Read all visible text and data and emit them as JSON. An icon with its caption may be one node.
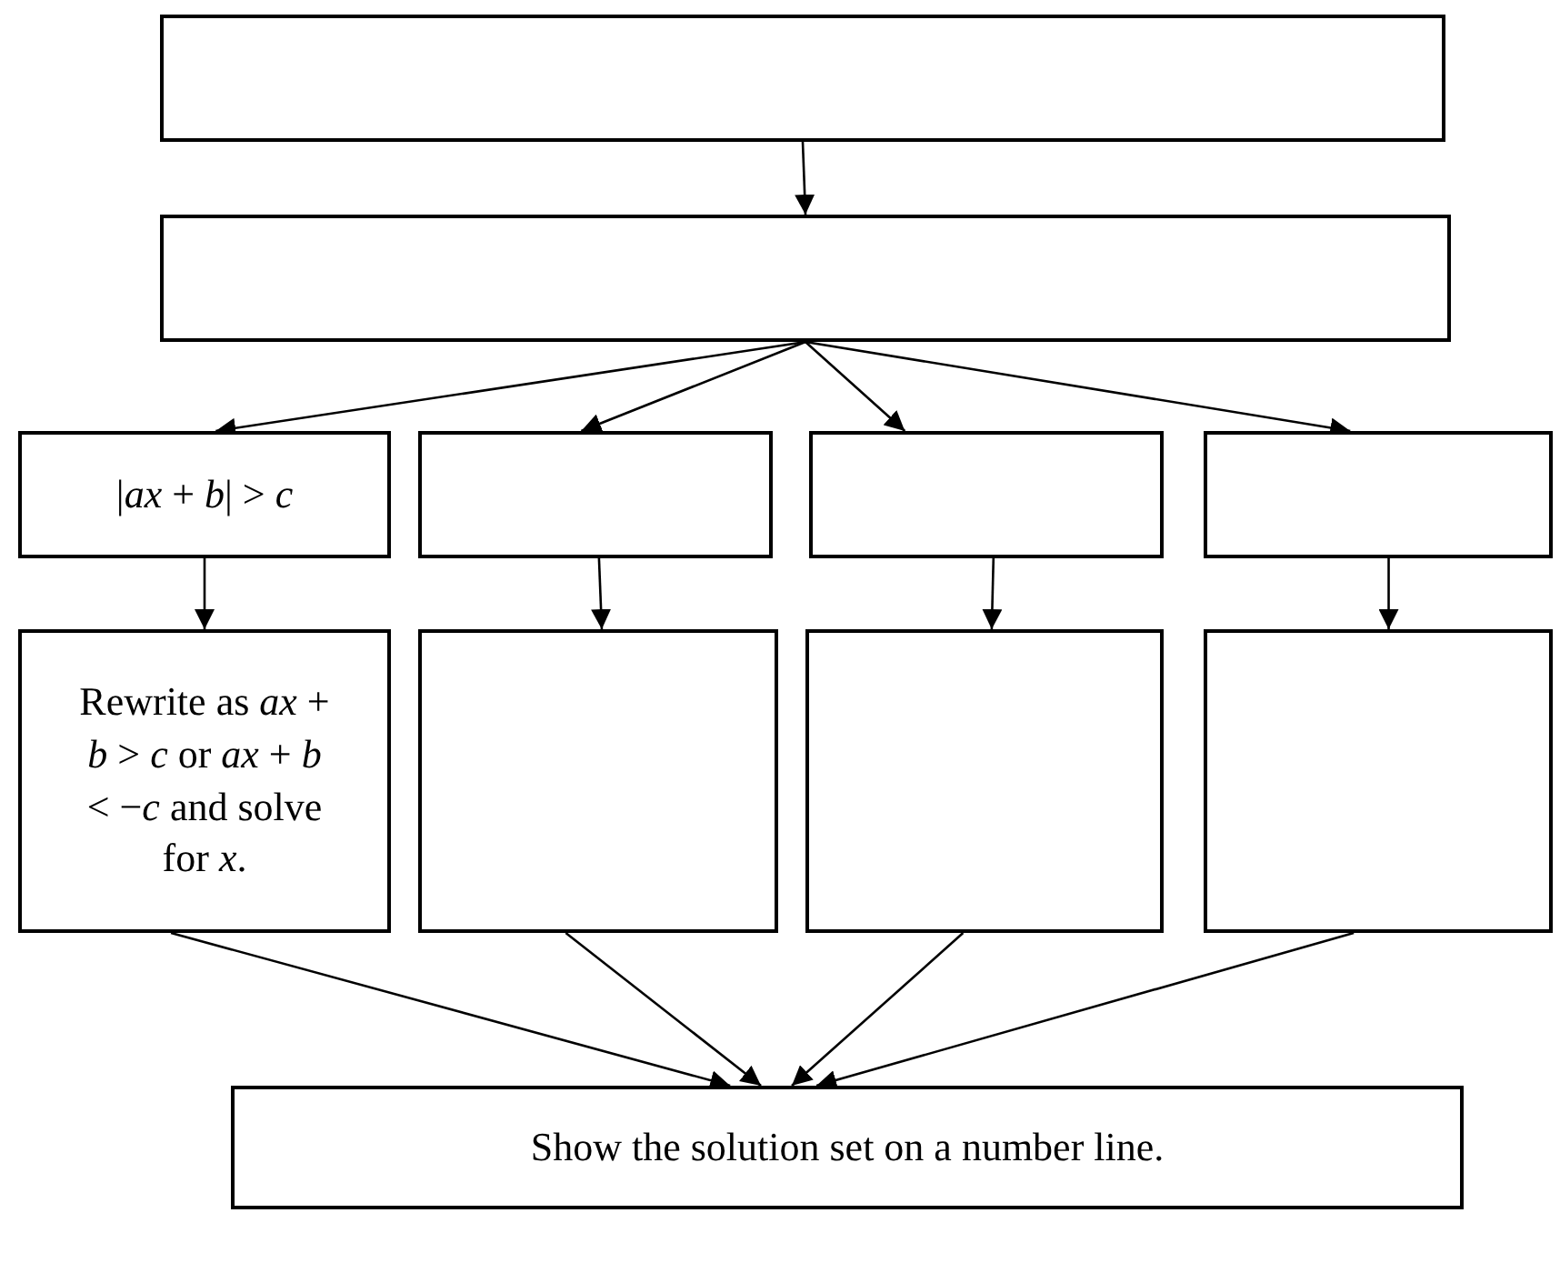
{
  "diagram": {
    "nodes": [
      {
        "text": [],
        "shape": "box"
      },
      {
        "text": [],
        "shape": "box"
      },
      {
        "text": [
          "|*ax* + *b*| > *c*"
        ]
      },
      {
        "text": [],
        "shape": "box"
      },
      {
        "text": [],
        "shape": "box"
      },
      {
        "text": [],
        "shape": "box"
      },
      {
        "text": [
          "Rewrite as *ax* + *b* > *c* or *ax* + *b* < −*c* and solve for *x*."
        ]
      },
      {
        "text": [],
        "shape": "box"
      },
      {
        "text": [],
        "shape": "box"
      },
      {
        "text": [],
        "shape": "box"
      },
      {
        "text": [
          "Show the solution set on a number line."
        ]
      }
    ],
    "edges": [
      {
        "from": 0,
        "to": 1,
        "arrow": "to"
      },
      {
        "from": 1,
        "to": 2,
        "arrow": "to"
      },
      {
        "from": 1,
        "to": 3,
        "arrow": "to"
      },
      {
        "from": 1,
        "to": 4,
        "arrow": "to"
      },
      {
        "from": 1,
        "to": 5,
        "arrow": "to"
      },
      {
        "from": 2,
        "to": 6,
        "arrow": "to"
      },
      {
        "from": 3,
        "to": 7,
        "arrow": "to"
      },
      {
        "from": 4,
        "to": 8,
        "arrow": "to"
      },
      {
        "from": 5,
        "to": 9,
        "arrow": "to"
      },
      {
        "from": 6,
        "to": 10,
        "arrow": "to"
      },
      {
        "from": 7,
        "to": 10,
        "arrow": "to"
      },
      {
        "from": 8,
        "to": 10,
        "arrow": "to"
      },
      {
        "from": 9,
        "to": 10,
        "arrow": "to"
      }
    ]
  }
}
